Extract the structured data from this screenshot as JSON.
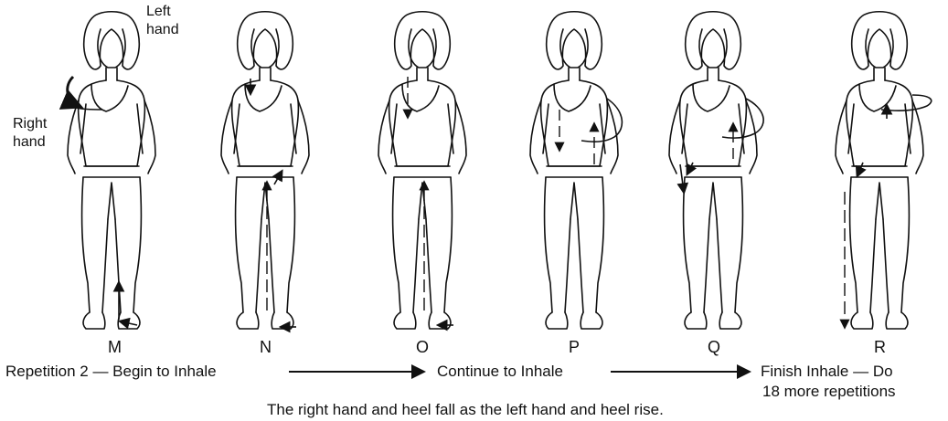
{
  "annotations": {
    "left_hand": [
      "Left",
      "hand"
    ],
    "right_hand": [
      "Right",
      "hand"
    ]
  },
  "frames": [
    "M",
    "N",
    "O",
    "P",
    "Q",
    "R"
  ],
  "phases": {
    "begin": "Repetition 2 — Begin to Inhale",
    "continue": "Continue to Inhale",
    "finish_line1": "Finish Inhale — Do",
    "finish_line2": "18 more repetitions"
  },
  "caption": "The right hand and heel fall as the left hand and heel rise."
}
